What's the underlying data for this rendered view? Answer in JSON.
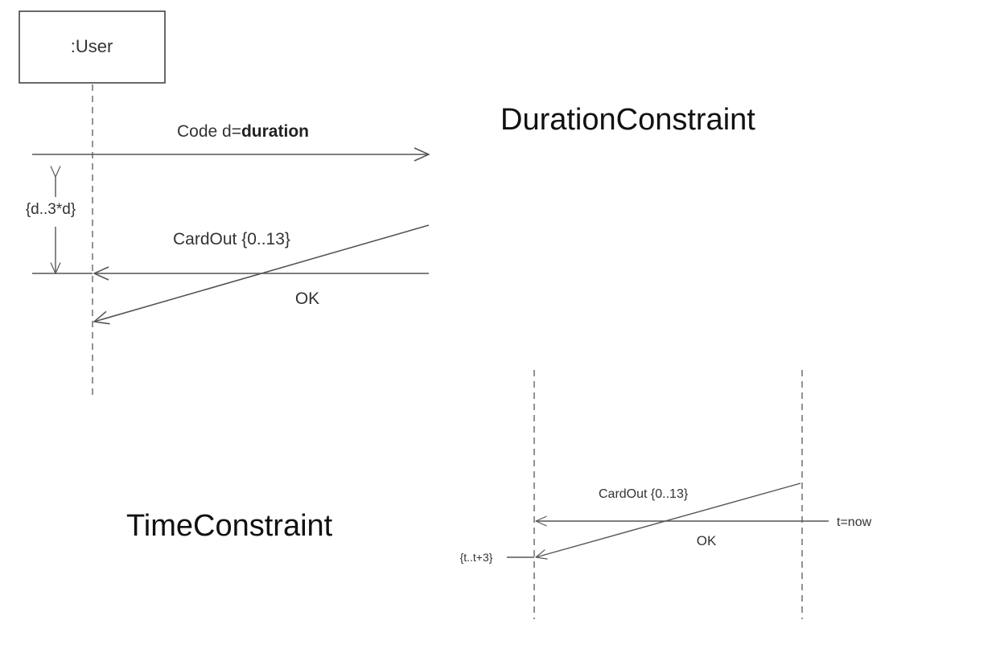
{
  "titles": {
    "duration": "DurationConstraint",
    "time": "TimeConstraint"
  },
  "duration_diagram": {
    "lifeline_label": ":User",
    "message_prefix": "Code d=",
    "message_bold": "duration",
    "constraint_label": "{d..3*d}",
    "card_message": "CardOut {0..13}",
    "ok_message": "OK"
  },
  "time_diagram": {
    "card_message": "CardOut {0..13}",
    "ok_message": "OK",
    "time_observation": "t=now",
    "time_constraint": "{t..t+3}"
  }
}
